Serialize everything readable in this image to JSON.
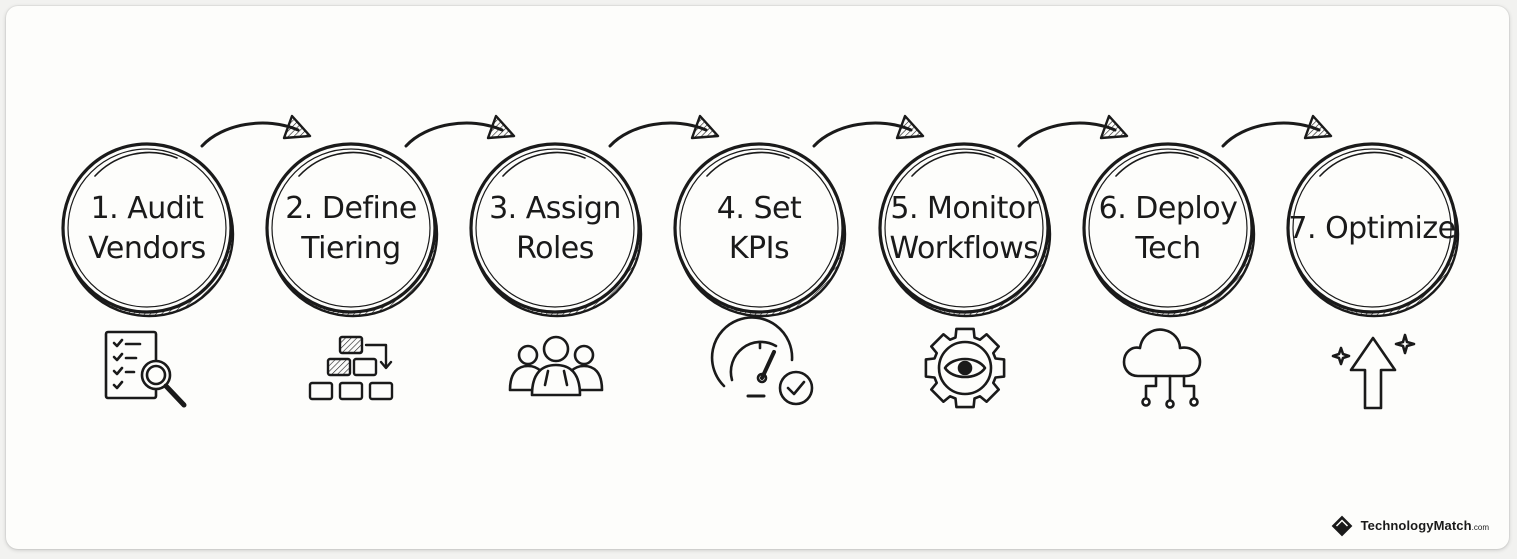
{
  "steps": [
    {
      "line1": "1. Audit",
      "line2": "Vendors",
      "icon": "checklist-magnifier-icon"
    },
    {
      "line1": "2. Define",
      "line2": "Tiering",
      "icon": "tier-blocks-icon"
    },
    {
      "line1": "3. Assign",
      "line2": "Roles",
      "icon": "team-people-icon"
    },
    {
      "line1": "4. Set",
      "line2": "KPIs",
      "icon": "gauge-check-icon"
    },
    {
      "line1": "5. Monitor",
      "line2": "Workflows",
      "icon": "gear-eye-icon"
    },
    {
      "line1": "6. Deploy",
      "line2": "Tech",
      "icon": "cloud-network-icon"
    },
    {
      "line1": "7. Optimize",
      "line2": "",
      "icon": "up-arrow-sparkle-icon"
    }
  ],
  "brand": {
    "name": "TechnologyMatch",
    "tld": ".com"
  },
  "colors": {
    "ink": "#1a1a1a",
    "background": "#fdfdfb"
  }
}
